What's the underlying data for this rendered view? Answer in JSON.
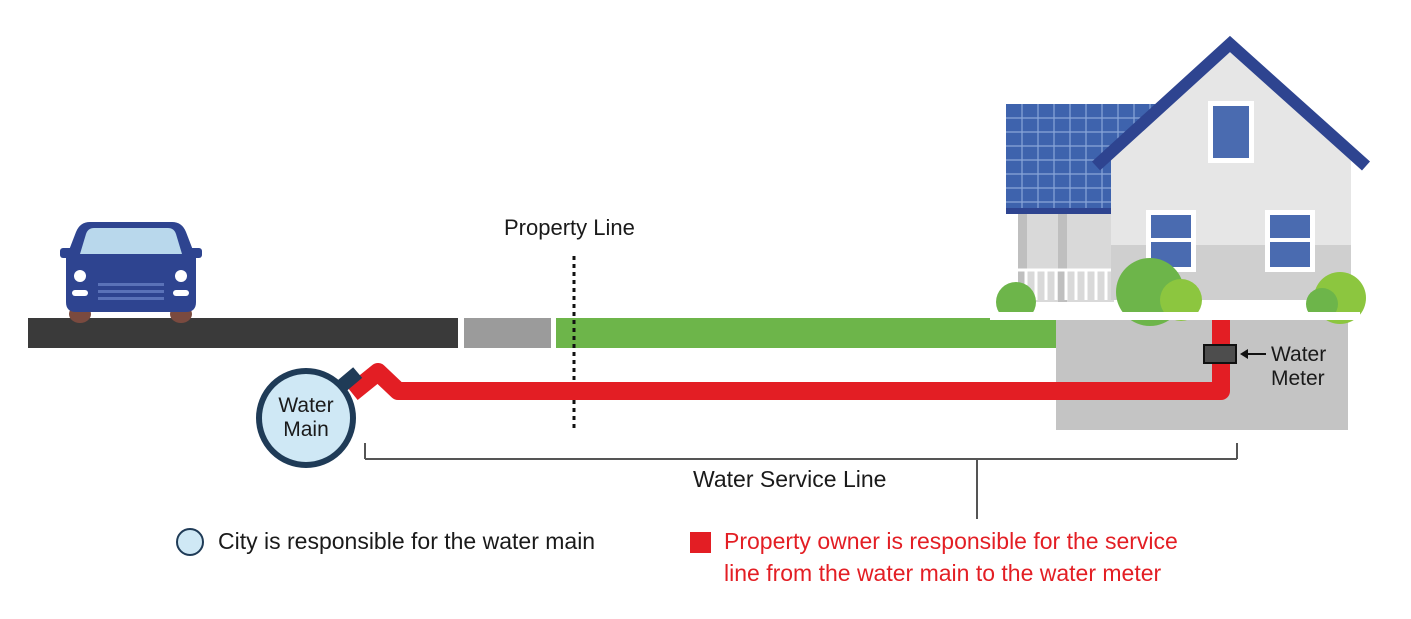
{
  "labels": {
    "property_line": "Property Line",
    "water_main_line1": "Water",
    "water_main_line2": "Main",
    "water_meter_line1": "Water",
    "water_meter_line2": "Meter",
    "water_service_line": "Water Service Line"
  },
  "legend": {
    "city": "City is responsible for the water main",
    "owner_line1": "Property owner is responsible for the service",
    "owner_line2": "line from the water main to the water meter"
  },
  "colors": {
    "street": "#3a3a3a",
    "sidewalk": "#9b9b9b",
    "lawn": "#6db54a",
    "pipe": "#e31e24",
    "water_main_fill": "#cfe8f5",
    "water_main_stroke": "#1f3b57",
    "car": "#2e4490",
    "roof": "#2e4490",
    "house_wall": "#e6e6e6",
    "ground": "#c4c4c4"
  }
}
